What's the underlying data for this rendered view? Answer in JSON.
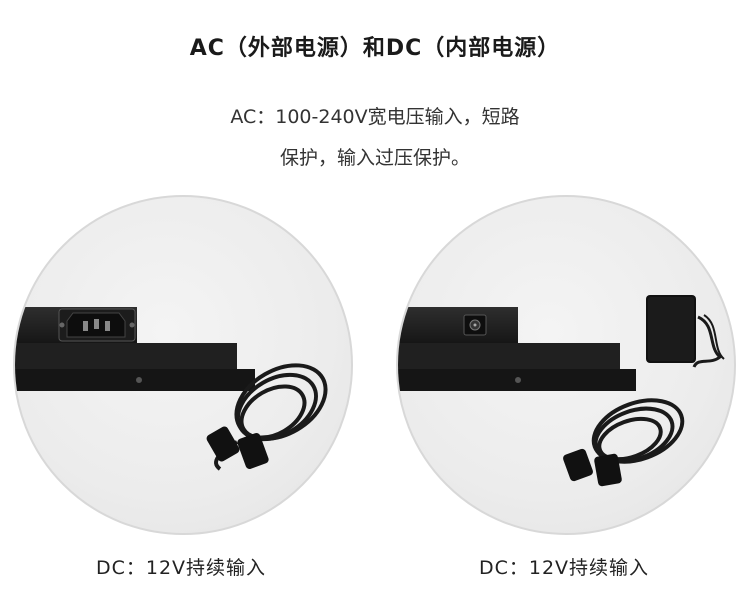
{
  "heading": "AC（外部电源）和DC（内部电源）",
  "description": {
    "line1": "AC：100-240V宽电压输入，短路",
    "line2": "保护，输入过压保护。"
  },
  "panels": [
    {
      "caption": "DC：12V持续输入"
    },
    {
      "caption": "DC：12V持续输入"
    }
  ]
}
